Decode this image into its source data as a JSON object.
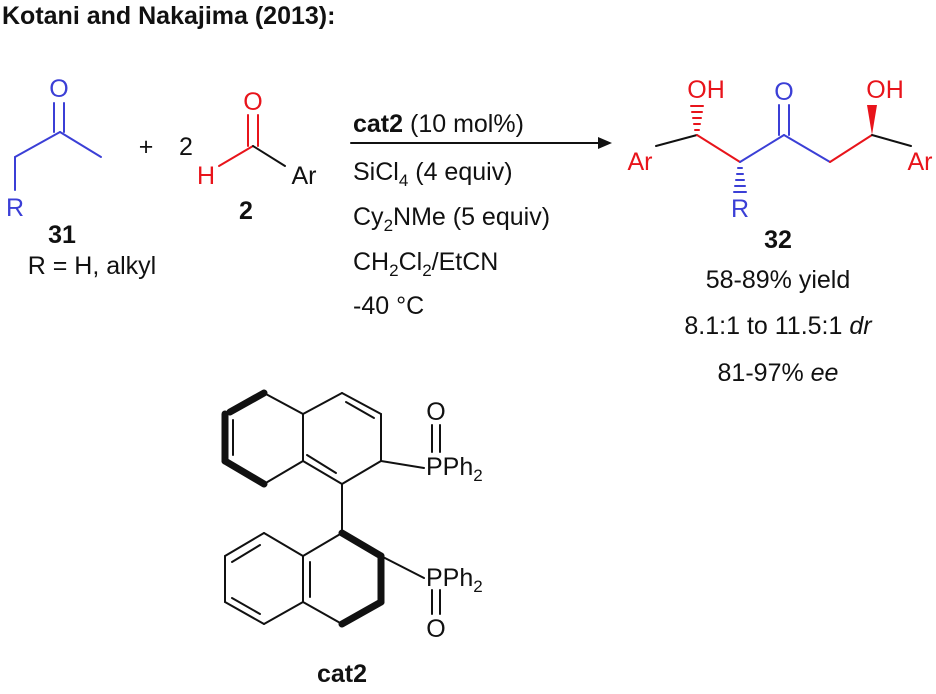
{
  "title": "Kotani and Nakajima (2013):",
  "reactant_ketone": {
    "atom_O": "O",
    "atom_R": "R",
    "number": "31",
    "caption": "R = H, alkyl"
  },
  "plus": "+",
  "coefficient": "2",
  "reactant_aldehyde": {
    "atom_O": "O",
    "atom_H": "H",
    "atom_Ar": "Ar",
    "number": "2"
  },
  "conditions": {
    "catalyst_name": "cat2",
    "catalyst_loading": "(10 mol%)",
    "line2_main": "SiCl",
    "line2_sub": "4",
    "line2_rest": " (4 equiv)",
    "line3_main": "Cy",
    "line3_sub": "2",
    "line3_rest": "NMe (5 equiv)",
    "line4_a": "CH",
    "line4_sub1": "2",
    "line4_b": "Cl",
    "line4_sub2": "2",
    "line4_c": "/EtCN",
    "line5": "-40 °C"
  },
  "product": {
    "oh_left": "OH",
    "oh_right": "OH",
    "atom_O": "O",
    "ar_left": "Ar",
    "ar_right": "Ar",
    "atom_R": "R",
    "number": "32",
    "yield": "58-89% yield",
    "dr_value": "8.1:1 to 11.5:1 ",
    "dr_label": "dr",
    "ee_value": "81-97% ",
    "ee_label": "ee"
  },
  "catalyst": {
    "top_O": "O",
    "top_P": "PPh",
    "top_sub": "2",
    "bottom_P": "PPh",
    "bottom_sub": "2",
    "bottom_O": "O",
    "label": "cat2"
  },
  "colors": {
    "ketone": "#3b3fd6",
    "aldehyde": "#e8141b",
    "black": "#111111"
  }
}
